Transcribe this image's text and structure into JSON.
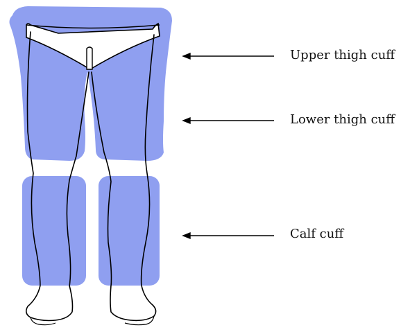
{
  "labels": {
    "upper_thigh": "Upper thigh cuff",
    "lower_thigh": "Lower thigh cuff",
    "calf": "Calf cuff"
  },
  "colors": {
    "cuff_fill": "#8f9ff0",
    "outline": "#000000",
    "background": "#ffffff"
  }
}
